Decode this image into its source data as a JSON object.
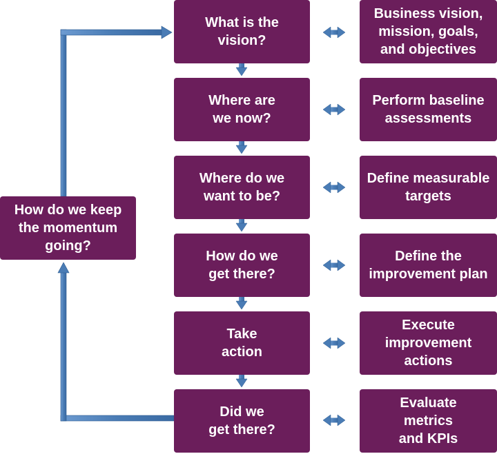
{
  "colors": {
    "box": "#6b1e5b",
    "arrow": "#4a7cb5",
    "arrow_edge": "#2c5a8f"
  },
  "loop": {
    "label": "How do we keep\nthe momentum\ngoing?"
  },
  "steps": [
    {
      "question": "What is the\nvision?",
      "action": "Business vision,\nmission, goals,\nand objectives"
    },
    {
      "question": "Where are\nwe now?",
      "action": "Perform baseline\nassessments"
    },
    {
      "question": "Where do we\nwant to be?",
      "action": "Define measurable\ntargets"
    },
    {
      "question": "How do we\nget there?",
      "action": "Define the\nimprovement plan"
    },
    {
      "question": "Take\naction",
      "action": "Execute\nimprovement\nactions"
    },
    {
      "question": "Did we\nget there?",
      "action": "Evaluate\nmetrics\nand KPIs"
    }
  ]
}
